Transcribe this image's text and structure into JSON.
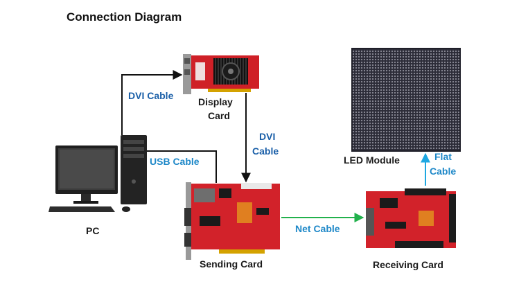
{
  "title": "Connection Diagram",
  "nodes": {
    "pc": "PC",
    "display_card_line1": "Display",
    "display_card_line2": "Card",
    "sending_card": "Sending Card",
    "receiving_card": "Receiving Card",
    "led_module": "LED Module"
  },
  "edges": {
    "dvi_cable": "DVI Cable",
    "dvi_cable_v_line1": "DVI",
    "dvi_cable_v_line2": "Cable",
    "usb_cable": "USB Cable",
    "net_cable": "Net Cable",
    "flat_cable_line1": "Flat",
    "flat_cable_line2": "Cable"
  },
  "colors": {
    "cable_black": "#111111",
    "cable_green": "#22b14c",
    "cable_blue": "#1ea7e1",
    "board_red": "#d2222a",
    "led_dark": "#3a3a48"
  }
}
